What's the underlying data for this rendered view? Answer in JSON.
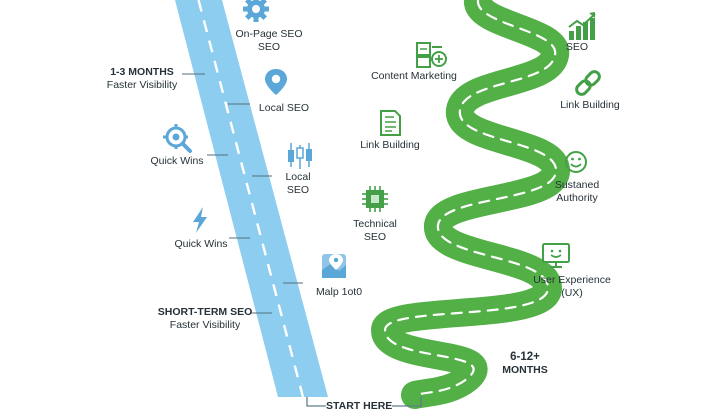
{
  "colors": {
    "blue_road": "#8dcdf0",
    "green_road": "#52b046",
    "icon_blue": "#5aa7d8",
    "icon_green": "#43a047",
    "text": "#263238"
  },
  "short_term": {
    "labels": [
      {
        "icon": "gear-icon",
        "line1": "On-Page SEO",
        "line2": "SEO"
      },
      {
        "icon": "",
        "line1": "1-3 MONTHS",
        "line2": "Faster Visibility"
      },
      {
        "icon": "map-pin-icon",
        "line1": "Local SEO",
        "line2": ""
      },
      {
        "icon": "magnifier-gear-icon",
        "line1": "Quick Wins",
        "line2": ""
      },
      {
        "icon": "candlestick-chart-icon",
        "line1": "Local",
        "line2": "SEO"
      },
      {
        "icon": "lightning-icon",
        "line1": "Quick Wins",
        "line2": ""
      },
      {
        "icon": "map-icon",
        "line1": "Malp 1ot0",
        "line2": ""
      },
      {
        "icon": "",
        "line1": "SHORT-TERM SEO",
        "line2": "Faster Visibility"
      }
    ]
  },
  "long_term": {
    "labels": [
      {
        "icon": "growth-chart-icon",
        "line1": "SEO",
        "line2": ""
      },
      {
        "icon": "content-blocks-icon",
        "line1": "Content Marketing",
        "line2": ""
      },
      {
        "icon": "chain-link-icon",
        "line1": "Link Building",
        "line2": ""
      },
      {
        "icon": "document-icon",
        "line1": "Link Building",
        "line2": ""
      },
      {
        "icon": "smiley-icon",
        "line1": "Sustaned",
        "line2": "Authority"
      },
      {
        "icon": "chip-icon",
        "line1": "Technical",
        "line2": "SEO"
      },
      {
        "icon": "monitor-smile-icon",
        "line1": "User Experience",
        "line2": "(UX)"
      },
      {
        "icon": "",
        "line1": "6-12+",
        "line2": "MONTHS"
      }
    ]
  },
  "start": {
    "label": "START HERE"
  }
}
